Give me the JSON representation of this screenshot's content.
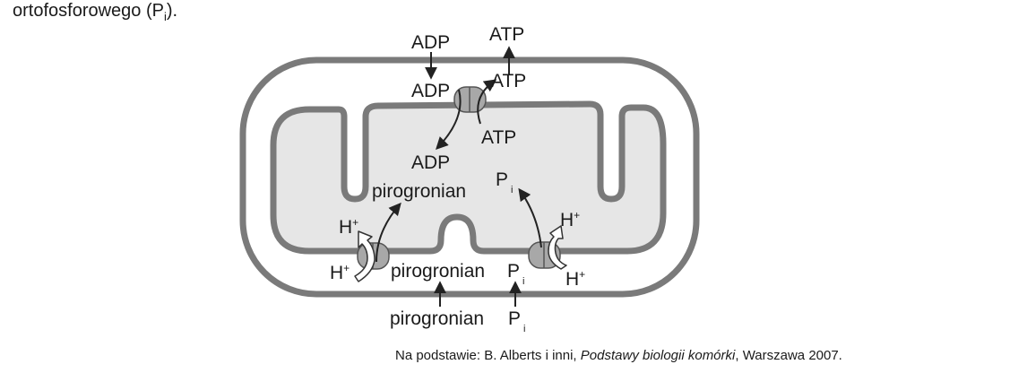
{
  "intro": {
    "text": "ortofosforowego (P",
    "sub": "i",
    "tail": ")."
  },
  "labels": {
    "adp_outside": "ADP",
    "atp_outside": "ATP",
    "adp_channel": "ADP",
    "atp_channel": "ATP",
    "atp_matrix": "ATP",
    "adp_matrix": "ADP",
    "pyruvate_matrix": "pirogronian",
    "pi_matrix": "P",
    "pi_matrix_sub": "i",
    "h_left_top": "H",
    "h_left_top_sup": "+",
    "h_left_bottom": "H",
    "h_left_bottom_sup": "+",
    "h_right_top": "H",
    "h_right_top_sup": "+",
    "h_right_bottom": "H",
    "h_right_bottom_sup": "+",
    "pyruvate_membrane": "pirogronian",
    "pi_membrane": "P",
    "pi_membrane_sub": "i",
    "pyruvate_outside": "pirogronian",
    "pi_outside": "P",
    "pi_outside_sub": "i"
  },
  "citation": {
    "prefix": "Na podstawie: B. Alberts i inni, ",
    "title": "Podstawy biologii komórki",
    "suffix": ", Warszawa 2007."
  },
  "colors": {
    "membrane": "#7a7a7a",
    "matrix": "#e6e6e6",
    "transporter": "#a8a8a8",
    "arrow": "#222222",
    "proton_arrow": "#ffffff"
  }
}
